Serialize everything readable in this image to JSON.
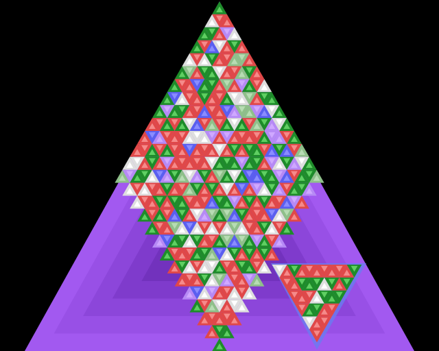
{
  "game": {
    "background_color": "#000000",
    "board": {
      "outer_shades": [
        "#a259f0",
        "#9850e6",
        "#8c46da",
        "#7f3bcc",
        "#7232bd"
      ],
      "diamond_rows": 27,
      "diamond_fill_fraction": 1.0
    },
    "piece": {
      "rows": 6,
      "shadow_color": "#6a7cf0"
    },
    "palette": {
      "red": "#e04848",
      "red_light": "#f58a8a",
      "green": "#1e8c2a",
      "green_light": "#5fcf62",
      "white": "#ffffff",
      "white_shade": "#dedede",
      "blue": "#5a5ff0",
      "blue_light": "#8a8cff",
      "lavender": "#b68af5",
      "sage": "#8fc08a"
    }
  }
}
